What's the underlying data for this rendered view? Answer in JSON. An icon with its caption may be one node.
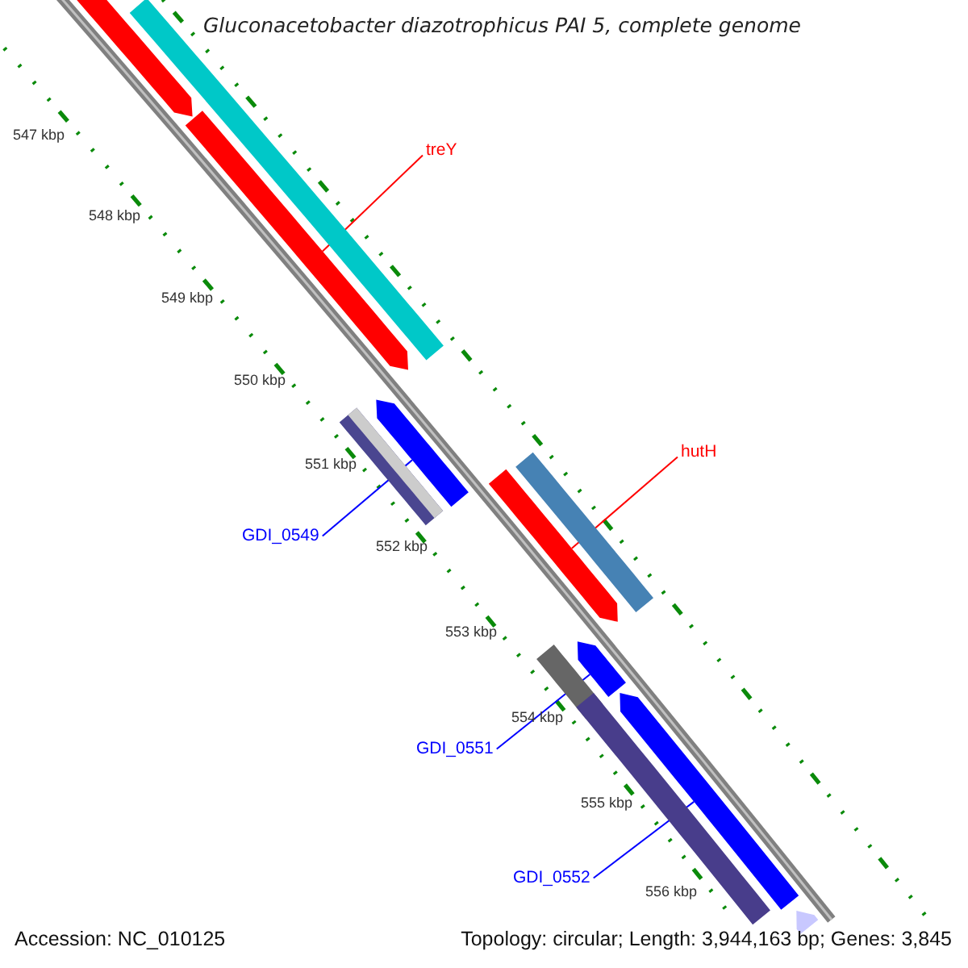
{
  "diagram": {
    "title": "Gluconacetobacter diazotrophicus PAI 5, complete genome",
    "nodes": [
      {
        "text": [],
        "shape": "bar"
      },
      {
        "text": [],
        "shape": "bar"
      },
      {
        "text": [],
        "shape": "bar"
      },
      {
        "text": [
          "treY"
        ]
      },
      {
        "text": [],
        "shape": "bar"
      },
      {
        "text": [],
        "shape": "bar"
      },
      {
        "text": [],
        "shape": "bar"
      },
      {
        "text": [],
        "shape": "bar"
      },
      {
        "text": [
          "hutH"
        ]
      },
      {
        "text": [
          "GDI_0549"
        ]
      },
      {
        "text": [],
        "shape": "bar"
      },
      {
        "text": [],
        "shape": "bar"
      },
      {
        "text": [],
        "shape": "bar"
      },
      {
        "text": [],
        "shape": "bar"
      },
      {
        "text": [
          "GDI_0551"
        ]
      },
      {
        "text": [
          "GDI_0552"
        ]
      },
      {
        "text": [],
        "shape": "bar"
      }
    ],
    "edges": [
      {
        "from": 3,
        "to": 2,
        "arrow": "none",
        "color": "#ff0000"
      },
      {
        "from": 8,
        "to": 7,
        "arrow": "none",
        "color": "#ff0000"
      },
      {
        "from": 9,
        "to": 4,
        "arrow": "none"
      },
      {
        "from": 14,
        "to": 11,
        "arrow": "none"
      },
      {
        "from": 15,
        "to": 12,
        "arrow": "none"
      }
    ],
    "labels": [
      "547 kbp",
      "548 kbp",
      "549 kbp",
      "550 kbp",
      "551 kbp",
      "552 kbp",
      "553 kbp",
      "554 kbp",
      "555 kbp",
      "556 kbp",
      "Accession: NC_010125",
      "Topology: circular; Length: 3,944,163 bp; Genes: 3,845"
    ]
  }
}
